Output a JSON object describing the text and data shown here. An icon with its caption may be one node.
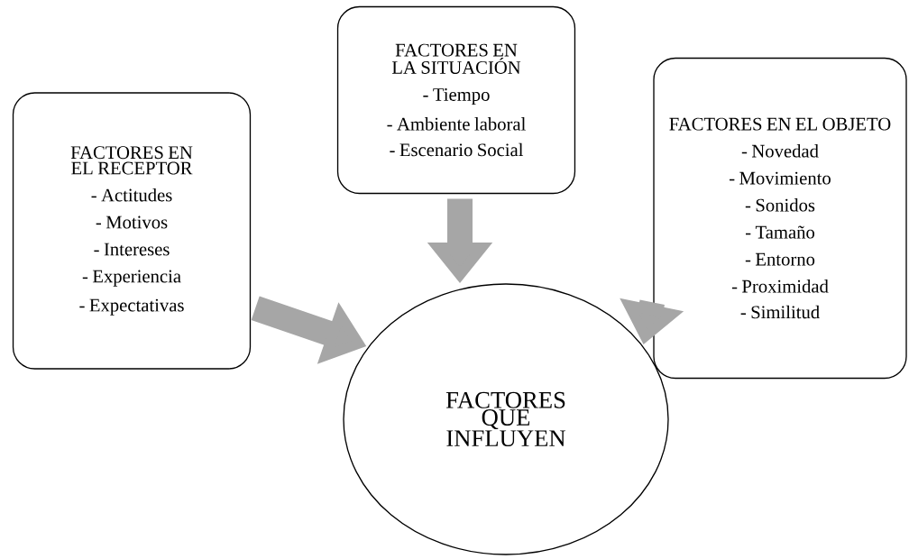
{
  "diagram": {
    "nodes": [
      {
        "text": [
          "FACTORES EN EL RECEPTOR",
          "- Actitudes",
          "- Motivos",
          "- Intereses",
          "- Experiencia",
          "- Expectativas"
        ]
      },
      {
        "text": [
          "FACTORES EN LA SITUACIÓN",
          "- Tiempo",
          "- Ambiente laboral",
          "- Escenario Social"
        ]
      },
      {
        "text": [
          "FACTORES EN EL OBJETO",
          "- Novedad",
          "- Movimiento",
          "- Sonidos",
          "- Tamaño",
          "- Entorno",
          "- Proximidad",
          "- Similitud"
        ]
      },
      {
        "text": [
          "FACTORES QUE INFLUYEN"
        ]
      }
    ],
    "edges": [
      {
        "from": 0,
        "to": 3,
        "arrow": "to"
      },
      {
        "from": 1,
        "to": 3,
        "arrow": "to"
      },
      {
        "from": 2,
        "to": 3,
        "arrow": "to"
      }
    ]
  }
}
